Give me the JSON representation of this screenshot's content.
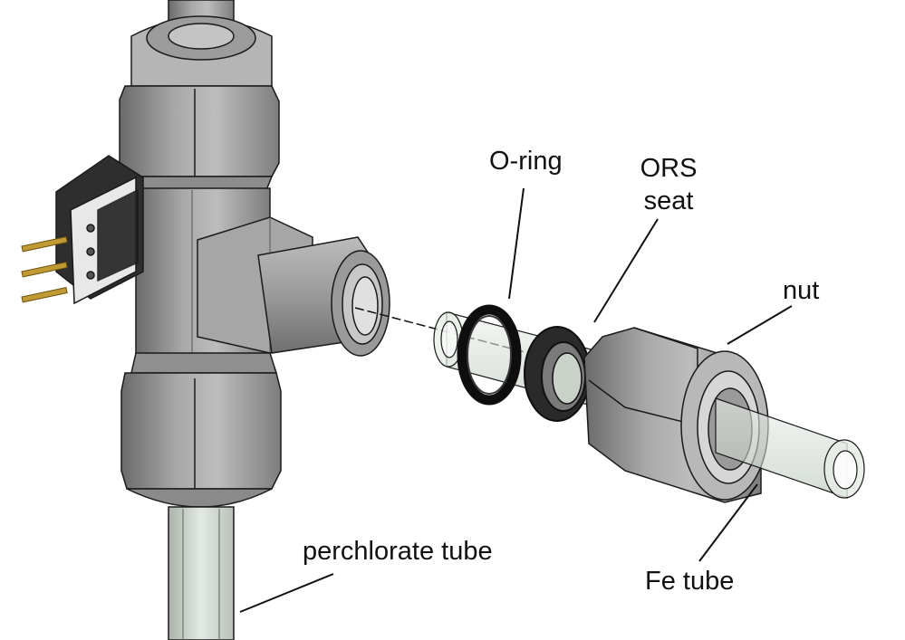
{
  "labels": {
    "o_ring": "O-ring",
    "ors_seat_line1": "ORS",
    "ors_seat_line2": "seat",
    "nut": "nut",
    "perchlorate_tube": "perchlorate tube",
    "fe_tube": "Fe tube"
  },
  "colors": {
    "steel_dark": "#5f5f5f",
    "steel_mid": "#8a8a8a",
    "steel_light": "#b9b9b9",
    "steel_highlight": "#d8d8d8",
    "outline": "#1a1a1a",
    "o_ring": "#111111",
    "tube_glass": "#cfd8cf",
    "connector_body": "#2b2b2b",
    "connector_plate": "#e6e6e6",
    "pin_gold": "#b8962e",
    "background": "#ffffff"
  }
}
